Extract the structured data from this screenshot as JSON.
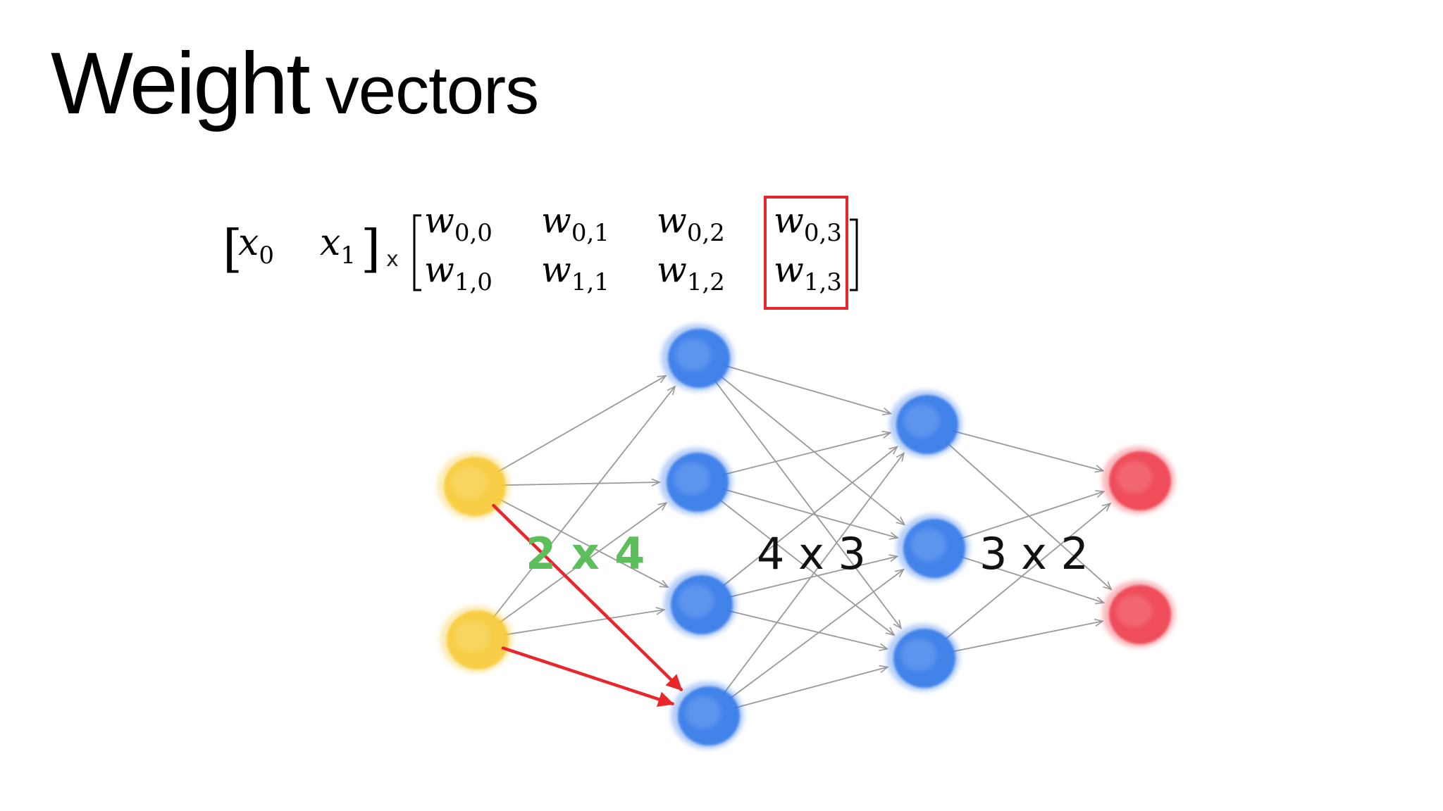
{
  "slide": {
    "title_main": "Weight",
    "title_rest": "vectors"
  },
  "equation": {
    "input_vector": [
      {
        "symbol": "x",
        "sub": "0"
      },
      {
        "symbol": "x",
        "sub": "1"
      }
    ],
    "times_sign": "x",
    "weight_matrix": [
      [
        {
          "symbol": "w",
          "sub": "0,0"
        },
        {
          "symbol": "w",
          "sub": "0,1"
        },
        {
          "symbol": "w",
          "sub": "0,2"
        },
        {
          "symbol": "w",
          "sub": "0,3"
        }
      ],
      [
        {
          "symbol": "w",
          "sub": "1,0"
        },
        {
          "symbol": "w",
          "sub": "1,1"
        },
        {
          "symbol": "w",
          "sub": "1,2"
        },
        {
          "symbol": "w",
          "sub": "1,3"
        }
      ]
    ],
    "highlighted_column": 3,
    "highlight_color": "#e8262b"
  },
  "network": {
    "layers": [
      {
        "size": 2,
        "color": "#f7c932"
      },
      {
        "size": 4,
        "color": "#2e76e8"
      },
      {
        "size": 3,
        "color": "#2e76e8"
      },
      {
        "size": 2,
        "color": "#ee3b49"
      }
    ],
    "edge_color": "#9a9a9a",
    "highlighted_edges": [
      {
        "from_layer": 0,
        "from_node": 0,
        "to_layer": 1,
        "to_node": 3
      },
      {
        "from_layer": 0,
        "from_node": 1,
        "to_layer": 1,
        "to_node": 3
      }
    ],
    "highlight_edge_color": "#e8262b",
    "layer_labels": [
      {
        "text": "2 x 4",
        "color": "#5cbf5c",
        "bold": true
      },
      {
        "text": "4 x 3",
        "color": "#111111",
        "bold": false
      },
      {
        "text": "3 x 2",
        "color": "#111111",
        "bold": false
      }
    ]
  }
}
